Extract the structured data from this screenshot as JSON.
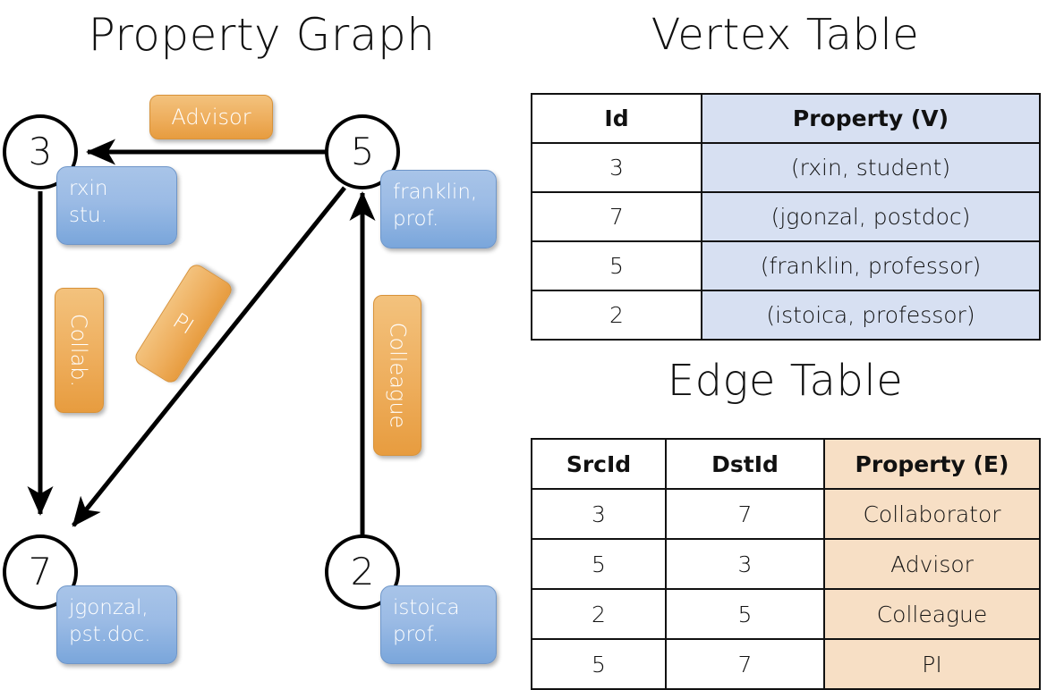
{
  "titles": {
    "property_graph": "Property Graph",
    "vertex_table": "Vertex Table",
    "edge_table": "Edge Table"
  },
  "colors": {
    "node_stroke": "#000000",
    "node_fill": "#ffffff",
    "vertex_property_bg": "#d7e0f2",
    "edge_property_bg": "#f7dfc5",
    "property_box_blue": "#9bbbe5",
    "edge_label_orange": "#eeae5d",
    "text_dark": "#111111",
    "text_light": "#ffffff"
  },
  "graph": {
    "nodes": [
      {
        "id": "3",
        "property_text": "rxin\nstu."
      },
      {
        "id": "5",
        "property_text": "franklin,\nprof."
      },
      {
        "id": "7",
        "property_text": "jgonzal,\npst.doc."
      },
      {
        "id": "2",
        "property_text": "istoica\nprof."
      }
    ],
    "edge_labels": [
      {
        "label": "Advisor",
        "orientation": "horizontal"
      },
      {
        "label": "Collab.",
        "orientation": "vertical"
      },
      {
        "label": "PI",
        "orientation": "diagonal"
      },
      {
        "label": "Colleague",
        "orientation": "vertical"
      }
    ],
    "edges": [
      {
        "src": "5",
        "dst": "3",
        "label": "Advisor"
      },
      {
        "src": "3",
        "dst": "7",
        "label": "Collab."
      },
      {
        "src": "5",
        "dst": "7",
        "label": "PI"
      },
      {
        "src": "2",
        "dst": "5",
        "label": "Colleague"
      }
    ]
  },
  "vertex_table": {
    "headers": [
      "Id",
      "Property (V)"
    ],
    "rows": [
      {
        "id": "3",
        "property": "(rxin, student)"
      },
      {
        "id": "7",
        "property": "(jgonzal, postdoc)"
      },
      {
        "id": "5",
        "property": "(franklin, professor)"
      },
      {
        "id": "2",
        "property": "(istoica, professor)"
      }
    ]
  },
  "edge_table": {
    "headers": [
      "SrcId",
      "DstId",
      "Property (E)"
    ],
    "rows": [
      {
        "src": "3",
        "dst": "7",
        "property": "Collaborator"
      },
      {
        "src": "5",
        "dst": "3",
        "property": "Advisor"
      },
      {
        "src": "2",
        "dst": "5",
        "property": "Colleague"
      },
      {
        "src": "5",
        "dst": "7",
        "property": "PI"
      }
    ]
  }
}
